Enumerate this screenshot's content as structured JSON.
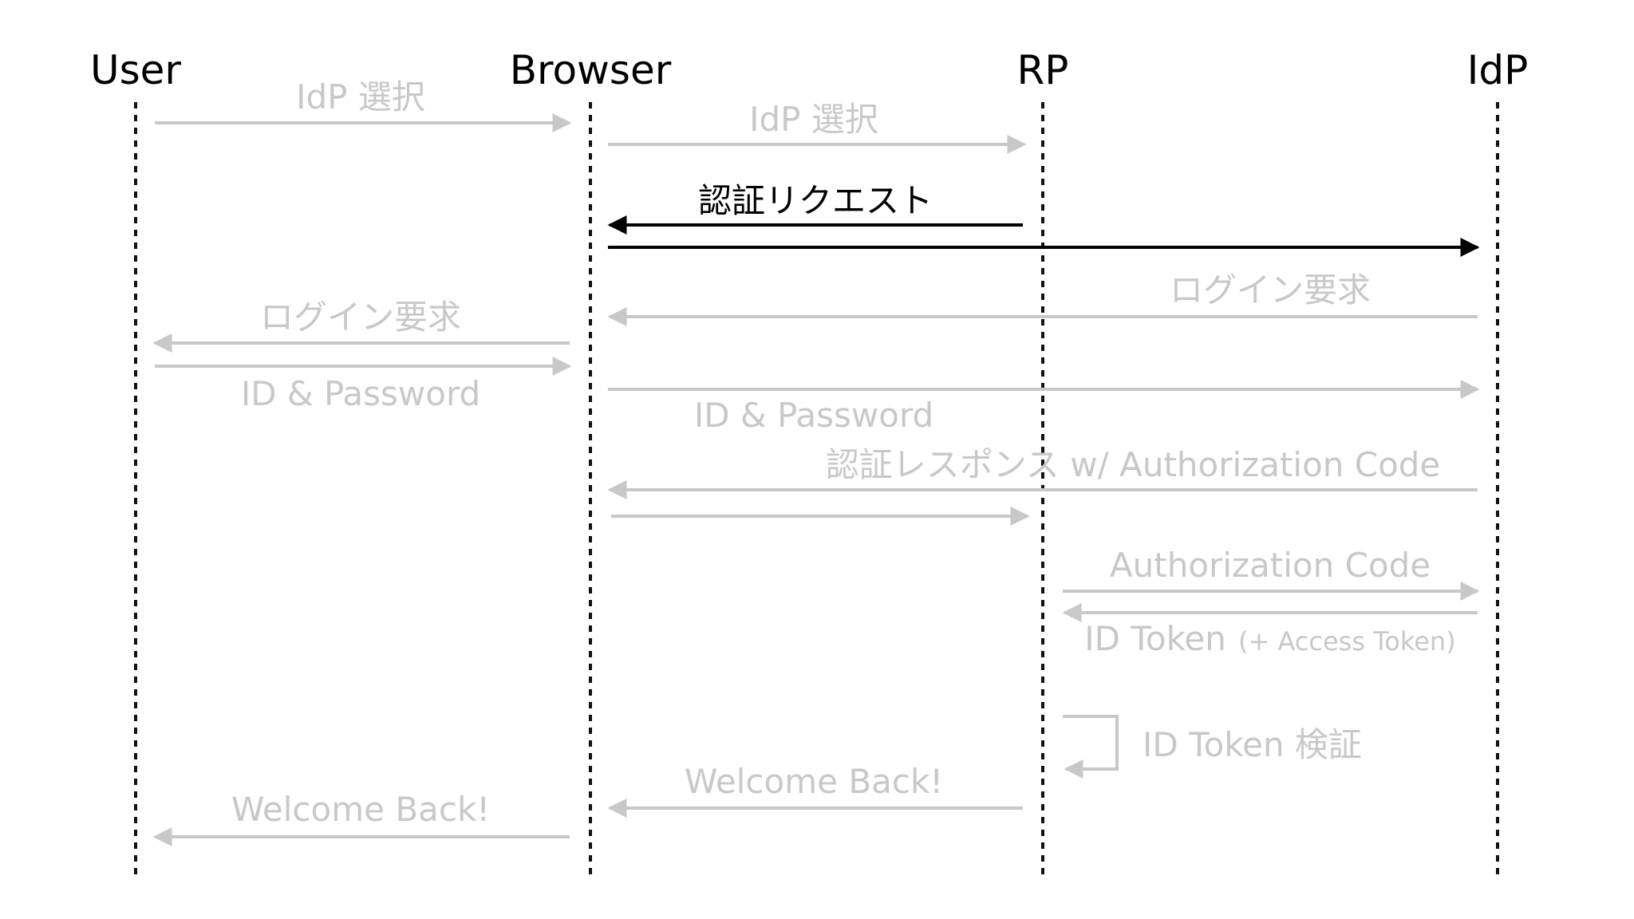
{
  "colors": {
    "active": "#000000",
    "inactive": "#c8c8c8",
    "lifeline": "#111111",
    "background": "#ffffff"
  },
  "actors": [
    {
      "id": "user",
      "label": "User"
    },
    {
      "id": "browser",
      "label": "Browser"
    },
    {
      "id": "rp",
      "label": "RP"
    },
    {
      "id": "idp",
      "label": "IdP"
    }
  ],
  "messages": [
    {
      "id": "m1",
      "from": "user",
      "to": "browser",
      "label": "IdP 選択",
      "active": false
    },
    {
      "id": "m2",
      "from": "browser",
      "to": "rp",
      "label": "IdP 選択",
      "active": false
    },
    {
      "id": "m3",
      "from": "rp",
      "to": "browser",
      "label": "認証リクエスト",
      "active": true
    },
    {
      "id": "m4",
      "from": "browser",
      "to": "idp",
      "label": "",
      "active": true
    },
    {
      "id": "m5",
      "from": "idp",
      "to": "browser",
      "label": "ログイン要求",
      "active": false
    },
    {
      "id": "m6",
      "from": "browser",
      "to": "user",
      "label": "ログイン要求",
      "active": false
    },
    {
      "id": "m7",
      "from": "user",
      "to": "browser",
      "label": "ID & Password",
      "active": false
    },
    {
      "id": "m8",
      "from": "browser",
      "to": "idp",
      "label": "ID & Password",
      "active": false
    },
    {
      "id": "m9",
      "from": "idp",
      "to": "browser",
      "label": "認証レスポンス w/ Authorization Code",
      "active": false
    },
    {
      "id": "m10",
      "from": "browser",
      "to": "rp",
      "label": "",
      "active": false
    },
    {
      "id": "m11",
      "from": "rp",
      "to": "idp",
      "label": "Authorization Code",
      "active": false
    },
    {
      "id": "m12",
      "from": "idp",
      "to": "rp",
      "label": "ID Token",
      "sublabel": "(+ Access Token)",
      "active": false
    },
    {
      "id": "m13",
      "from": "rp",
      "to": "rp",
      "label": "ID Token 検証",
      "active": false
    },
    {
      "id": "m14",
      "from": "rp",
      "to": "browser",
      "label": "Welcome Back!",
      "active": false
    },
    {
      "id": "m15",
      "from": "browser",
      "to": "user",
      "label": "Welcome Back!",
      "active": false
    }
  ]
}
